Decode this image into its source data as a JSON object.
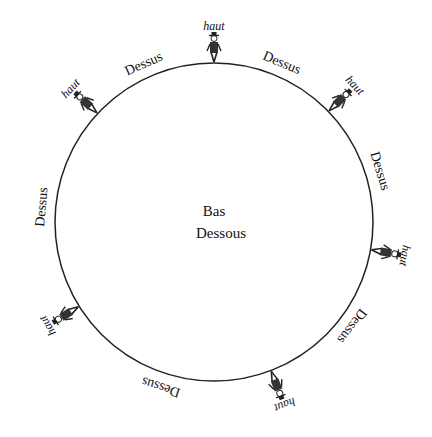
{
  "diagram": {
    "nodes": [
      {
        "text": [
          "Bas",
          "Dessous"
        ]
      }
    ],
    "labels": [
      "haut",
      "Dessus",
      "haut",
      "Dessus",
      "haut",
      "Dessus",
      "haut",
      "Dessus",
      "haut",
      "Dessus",
      "haut",
      "Dessus"
    ]
  }
}
